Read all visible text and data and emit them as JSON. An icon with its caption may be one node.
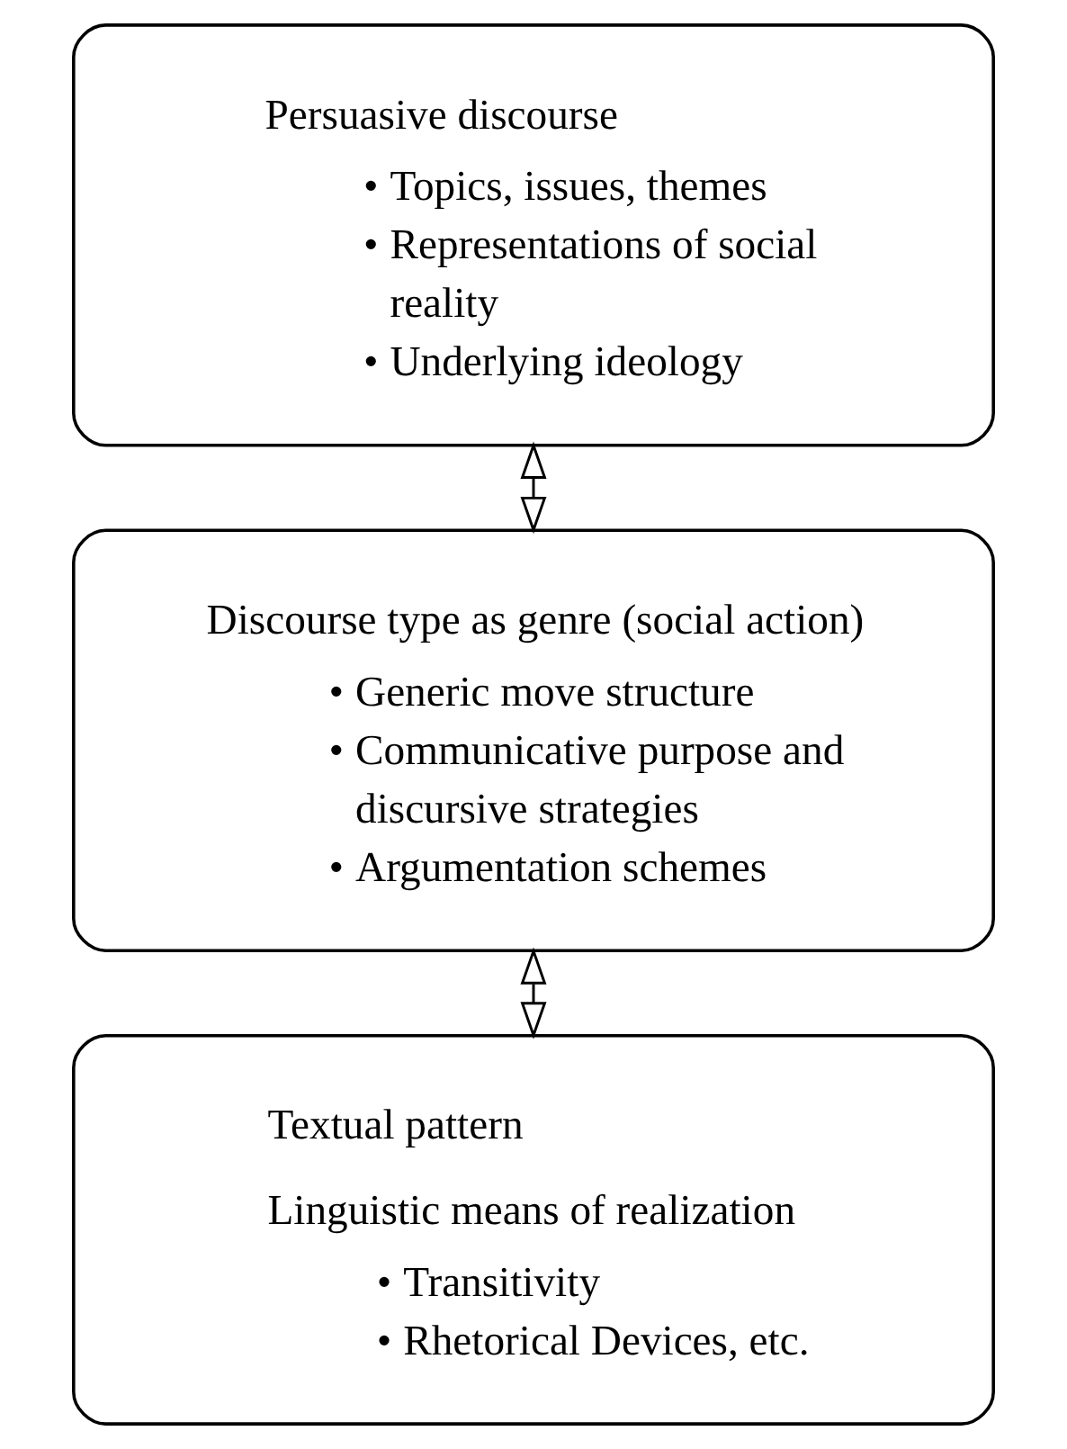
{
  "diagram": {
    "nodes": [
      {
        "text": [
          "Persuasive discourse",
          "• Topics, issues, themes",
          "• Representations of social reality",
          "• Underlying ideology"
        ]
      },
      {
        "text": [
          "Discourse type as genre (social action)",
          "• Generic move structure",
          "• Communicative purpose and discursive strategies",
          "• Argumentation schemes"
        ]
      },
      {
        "text": [
          "Textual pattern",
          "Linguistic means of realization",
          "• Transitivity",
          "• Rhetorical Devices, etc."
        ]
      }
    ],
    "edges": [
      {
        "from": 0,
        "to": 1,
        "arrow": "both"
      },
      {
        "from": 1,
        "to": 2,
        "arrow": "both"
      }
    ]
  }
}
